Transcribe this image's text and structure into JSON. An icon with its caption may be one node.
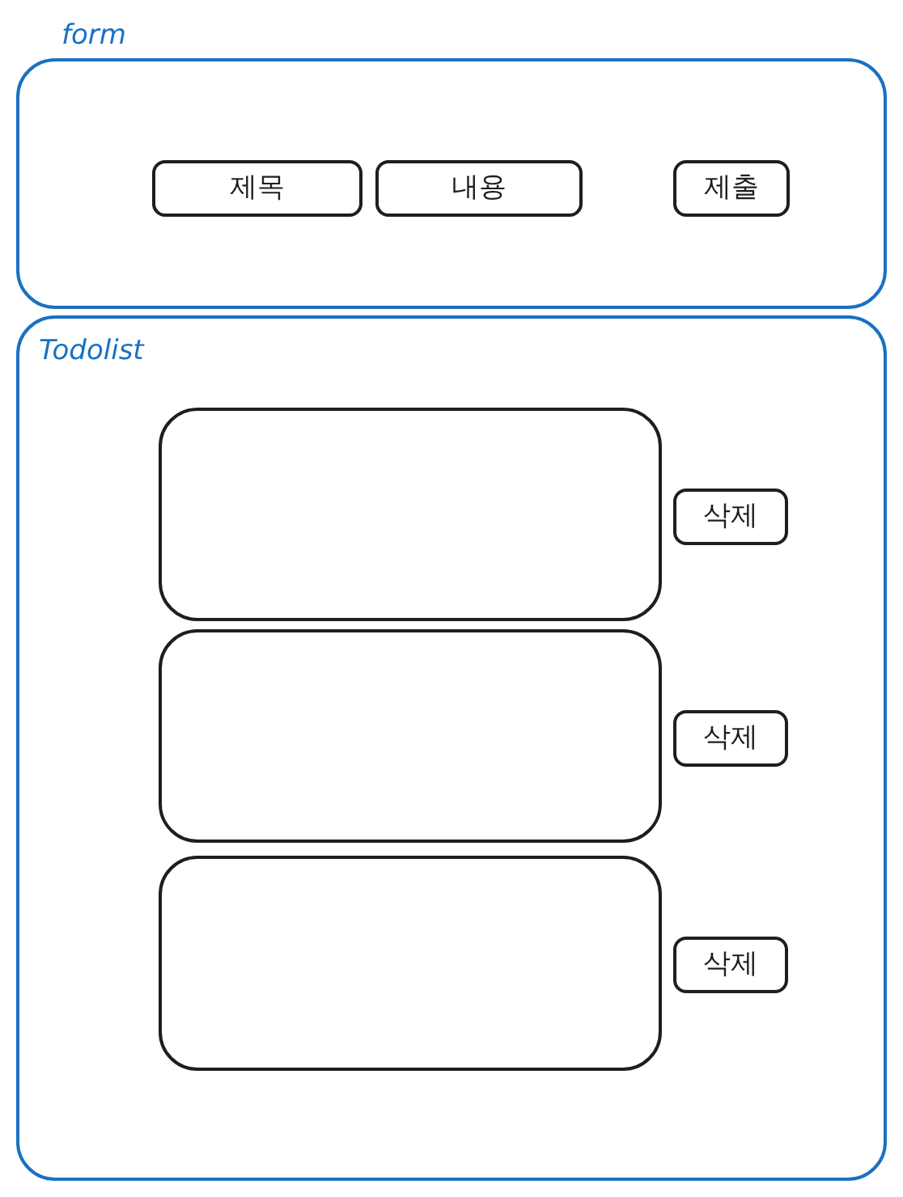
{
  "diagram": {
    "nodes": [
      {
        "text": [
          "form"
        ]
      },
      {
        "text": [
          "제목"
        ],
        "in": 0
      },
      {
        "text": [
          "내용"
        ],
        "in": 0
      },
      {
        "text": [
          "제출"
        ],
        "in": 0
      },
      {
        "text": [
          "Todolist"
        ]
      },
      {
        "text": [],
        "shape": "box",
        "in": 4
      },
      {
        "text": [
          "삭제"
        ],
        "in": 4
      },
      {
        "text": [],
        "shape": "box",
        "in": 4
      },
      {
        "text": [
          "삭제"
        ],
        "in": 4
      },
      {
        "text": [],
        "shape": "box",
        "in": 4
      },
      {
        "text": [
          "삭제"
        ],
        "in": 4
      }
    ]
  }
}
